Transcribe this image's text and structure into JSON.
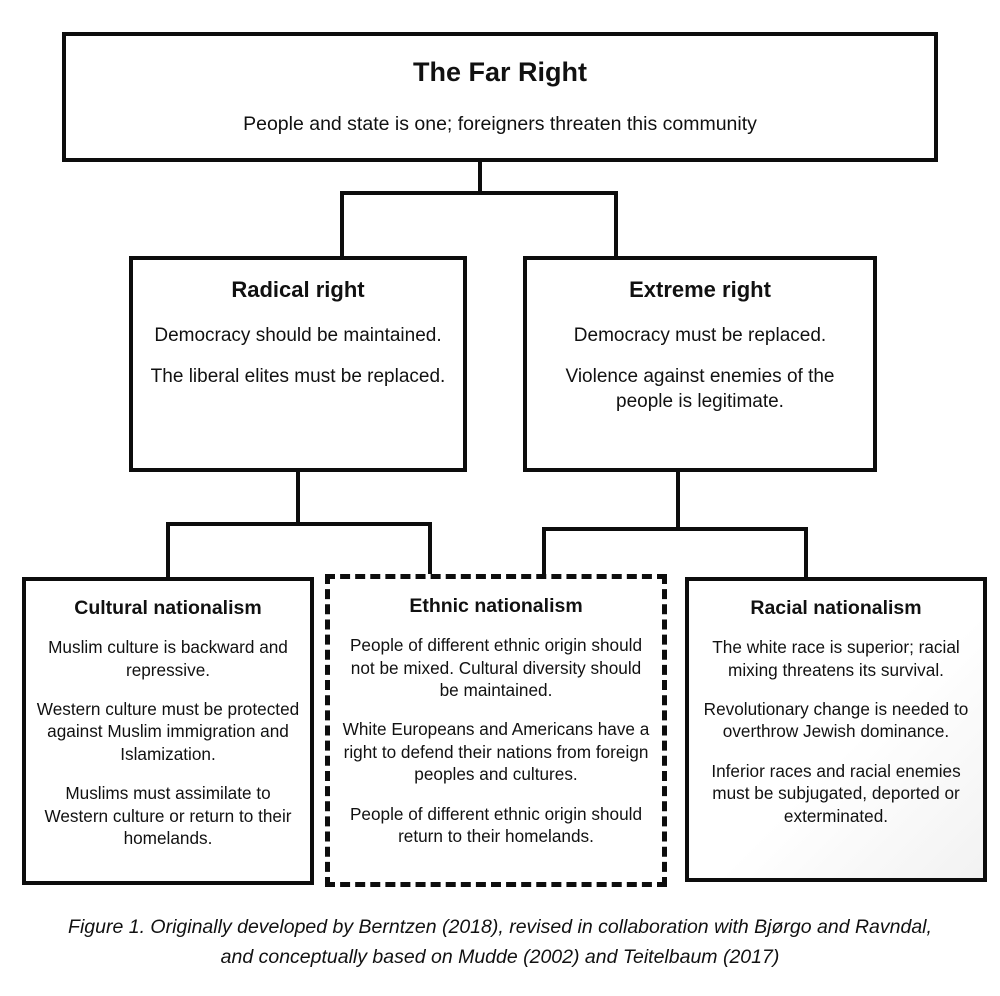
{
  "diagram": {
    "title_node": {
      "id": "far-right",
      "title": "The Far Right",
      "paragraphs": [
        "People and state is one; foreigners threaten this community"
      ]
    },
    "level2": [
      {
        "id": "radical-right",
        "title": "Radical right",
        "paragraphs": [
          "Democracy should be maintained.",
          "The liberal elites must be replaced."
        ]
      },
      {
        "id": "extreme-right",
        "title": "Extreme right",
        "paragraphs": [
          "Democracy must be replaced.",
          "Violence against enemies of the people is legitimate."
        ]
      }
    ],
    "level3": [
      {
        "id": "cultural-nationalism",
        "title": "Cultural nationalism",
        "border": "solid",
        "paragraphs": [
          "Muslim culture is backward and repressive.",
          "Western culture must be protected against Muslim immigration and Islamization.",
          "Muslims must assimilate to Western culture or return to their homelands."
        ]
      },
      {
        "id": "ethnic-nationalism",
        "title": "Ethnic nationalism",
        "border": "dashed",
        "paragraphs": [
          "People of different ethnic origin should not be mixed. Cultural diversity should be maintained.",
          "White Europeans and Americans have a right to defend their nations from foreign peoples and cultures.",
          "People of different ethnic origin should return to their homelands."
        ]
      },
      {
        "id": "racial-nationalism",
        "title": "Racial nationalism",
        "border": "solid",
        "paragraphs": [
          "The white race is superior; racial mixing threatens its survival.",
          "Revolutionary change is needed to overthrow Jewish dominance.",
          "Inferior races and racial enemies must be subjugated, deported or exterminated."
        ]
      }
    ],
    "caption": "Figure 1. Originally developed by Berntzen (2018), revised in collaboration with Bjørgo and Ravndal, and conceptually based on Mudde (2002) and Teitelbaum (2017)",
    "colors": {
      "line": "#0d0d0d",
      "background": "#ffffff",
      "text": "#111111"
    }
  }
}
